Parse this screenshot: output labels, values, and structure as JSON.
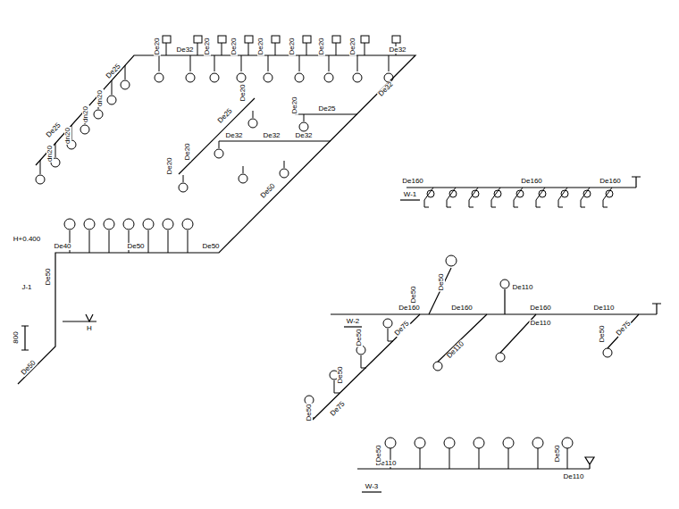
{
  "diagram": {
    "labels": [
      "De20",
      "De32",
      "De20",
      "De20",
      "De20",
      "De20",
      "De20",
      "De20",
      "De32",
      "De25",
      "De25",
      "dn20",
      "dn20",
      "dn20",
      "dn20",
      "De32",
      "De25",
      "De20",
      "De20",
      "De25",
      "De20",
      "De32",
      "De32",
      "De32",
      "De20",
      "De50",
      "De50",
      "De50",
      "De40",
      "H+0.400",
      "J-1",
      "De50",
      "H",
      "800",
      "De50",
      "De160",
      "De160",
      "De160",
      "W-1",
      "De160",
      "De160",
      "De160",
      "De110",
      "W-2",
      "De50",
      "De75",
      "De50",
      "De110",
      "De110",
      "De110",
      "De50",
      "De50",
      "De75",
      "De50",
      "De50",
      "De75",
      "De110",
      "De50",
      "De50",
      "De110",
      "W-3"
    ]
  }
}
